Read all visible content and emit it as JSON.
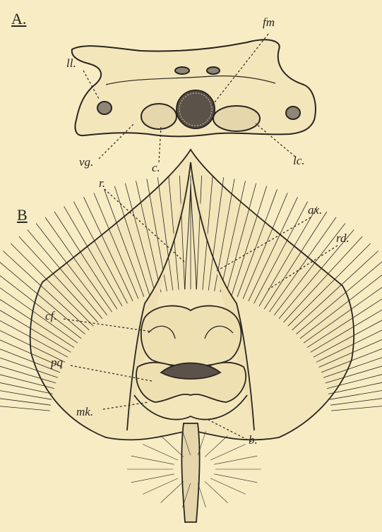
{
  "panels": {
    "a": "A.",
    "b": "B"
  },
  "labels": {
    "fm": "fm",
    "ll": "ll.",
    "vg": "vg.",
    "c": "c.",
    "lc": "lc.",
    "r": "r.",
    "ax": "ax.",
    "rd": "rd.",
    "cf": "cf.",
    "pq": "pq",
    "mk": "mk.",
    "b": "b."
  },
  "colors": {
    "background": "#f7ecc4",
    "ink": "#2a2520"
  }
}
